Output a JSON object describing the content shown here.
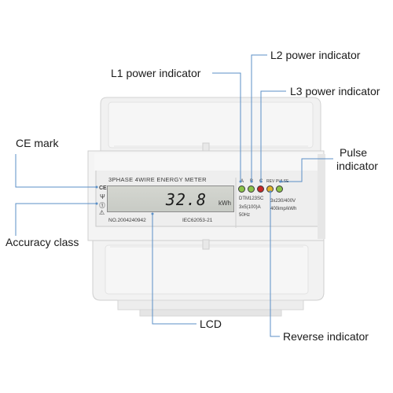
{
  "callouts": {
    "l2_power_indicator": "L2 power indicator",
    "l1_power_indicator": "L1 power indicator",
    "l3_power_indicator": "L3 power indicator",
    "ce_mark": "CE mark",
    "pulse_indicator_line1": "Pulse",
    "pulse_indicator_line2": "indicator",
    "accuracy_class": "Accuracy class",
    "lcd": "LCD",
    "reverse_indicator": "Reverse indicator"
  },
  "meter": {
    "header": "3PHASE  4WIRE  ENERGY METER",
    "lcd_reading": "32.8",
    "lcd_unit": "kWh",
    "serial": "NO.2004240942",
    "standard": "IEC62053-21",
    "model": "DTM123SC",
    "current_rating": "3x5(100)A",
    "frequency": "50Hz",
    "voltage_rating": "3x230/400V",
    "impulse_rate": "400imp/kWh",
    "indicator_labels": [
      "A",
      "B",
      "C",
      "REV",
      "PULSE"
    ]
  },
  "colors": {
    "callout_line": "#5b8fc7",
    "led_green": "#8bc34a",
    "led_red": "#c62828",
    "led_yellow": "#e0b32a"
  }
}
